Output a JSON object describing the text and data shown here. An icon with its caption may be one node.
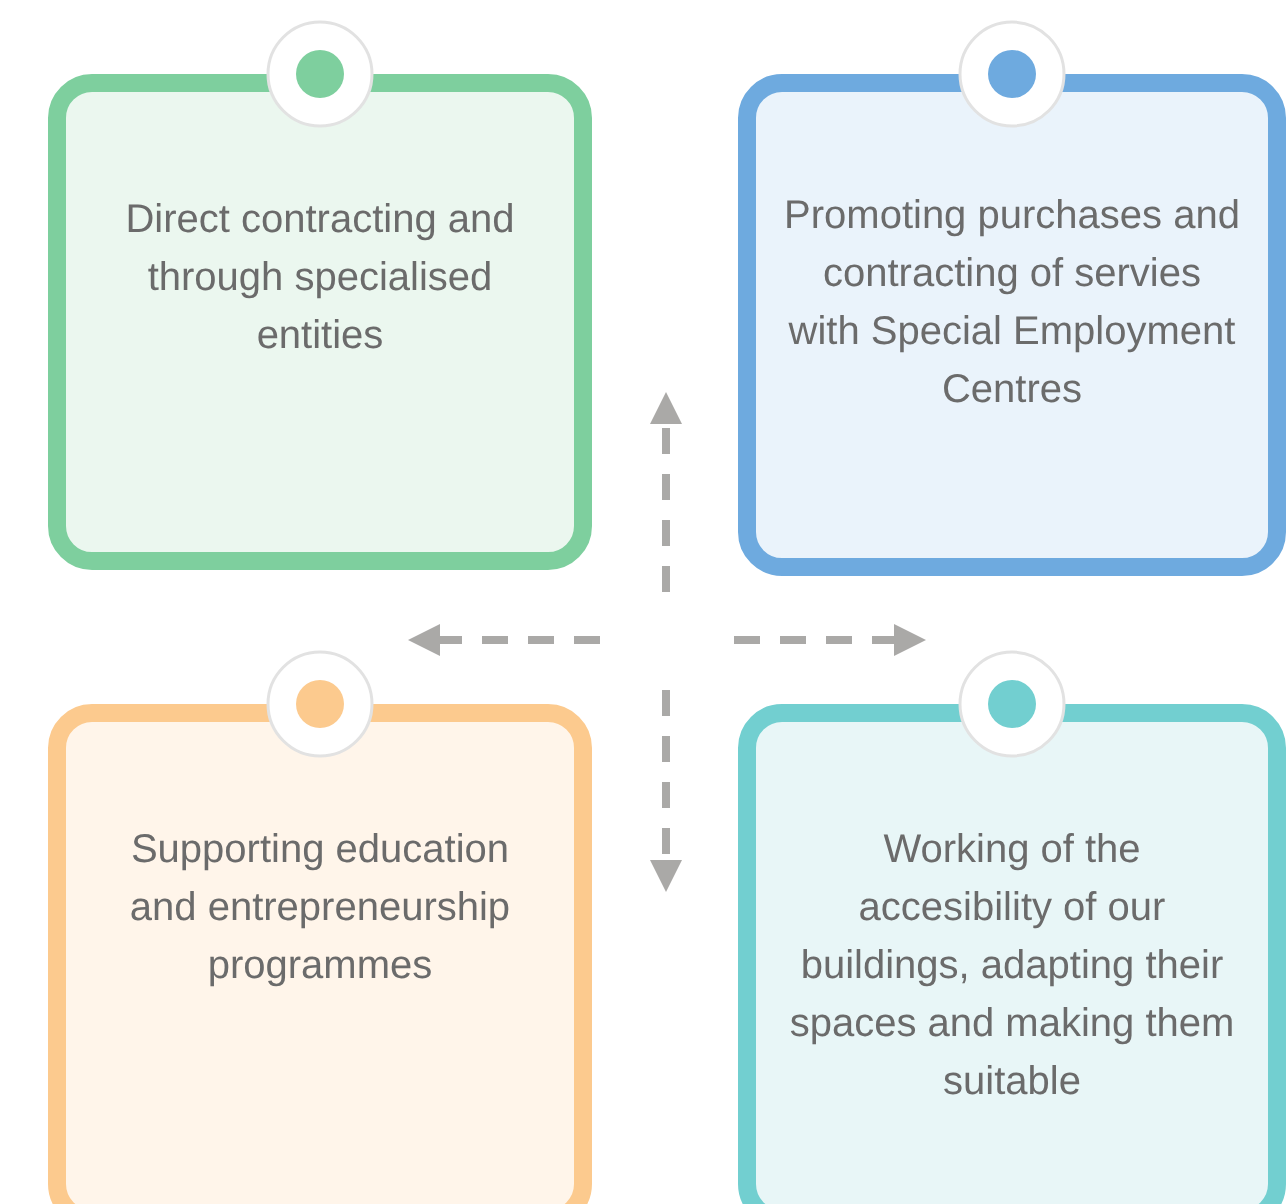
{
  "diagram": {
    "nodes": [
      {
        "text": [
          "Direct contracting and through specialised entities"
        ]
      },
      {
        "text": [
          "Promoting purchases and contracting of servies with Special Employment Centres"
        ]
      },
      {
        "text": [
          "Supporting education and entrepreneurship programmes"
        ]
      },
      {
        "text": [
          "Working of the accesibility of our buildings, adapting their spaces and making them suitable"
        ]
      }
    ]
  }
}
